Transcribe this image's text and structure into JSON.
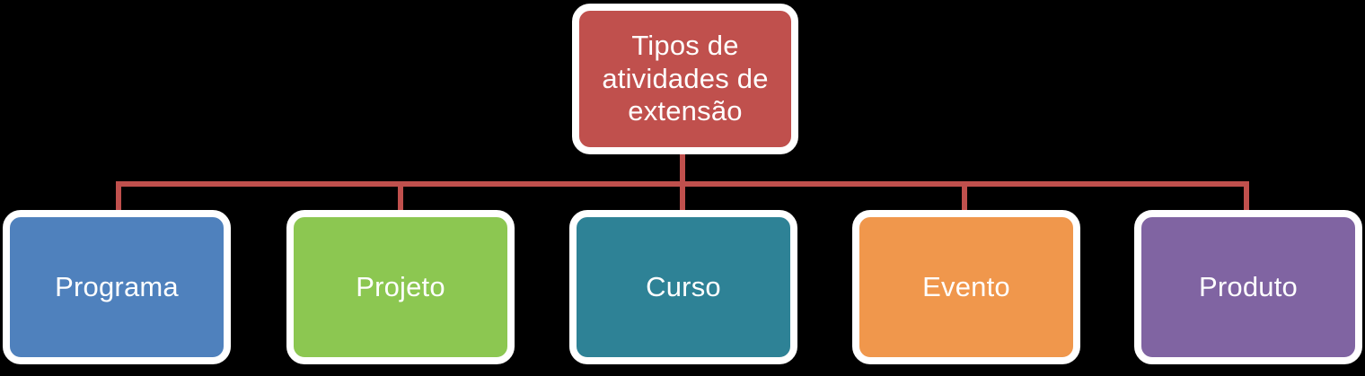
{
  "diagram": {
    "title_text": "Tipos de atividades de extensão",
    "background_color": "#000000",
    "connector_color": "#c0504d",
    "node_border_color": "#ffffff",
    "text_color": "#ffffff",
    "root": {
      "label_line1": "Tipos de",
      "label_line2": "atividades de",
      "label_line3": "extensão",
      "fill_color": "#c0504d"
    },
    "children": [
      {
        "label": "Programa",
        "fill_color": "#4f81bd"
      },
      {
        "label": "Projeto",
        "fill_color": "#8cc751"
      },
      {
        "label": "Curso",
        "fill_color": "#2e8296"
      },
      {
        "label": "Evento",
        "fill_color": "#f0974c"
      },
      {
        "label": "Produto",
        "fill_color": "#8064a2"
      }
    ]
  }
}
